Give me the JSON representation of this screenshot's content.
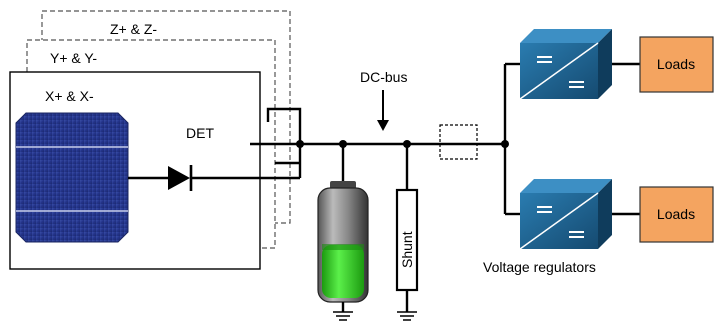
{
  "panels": {
    "back_label": "Z+ & Z-",
    "middle_label": "Y+ & Y-",
    "front_label": "X+ & X-"
  },
  "diode_label": "DET",
  "bus_label": "DC-bus",
  "shunt_label": "Shunt",
  "loads": [
    "Loads",
    "Loads"
  ],
  "regulators_label": "Voltage regulators",
  "colors": {
    "solar_cell": "#2a3e8f",
    "battery_charge": "#33dd22",
    "regulator": "#1f5f8c",
    "load_box": "#f4a460"
  }
}
